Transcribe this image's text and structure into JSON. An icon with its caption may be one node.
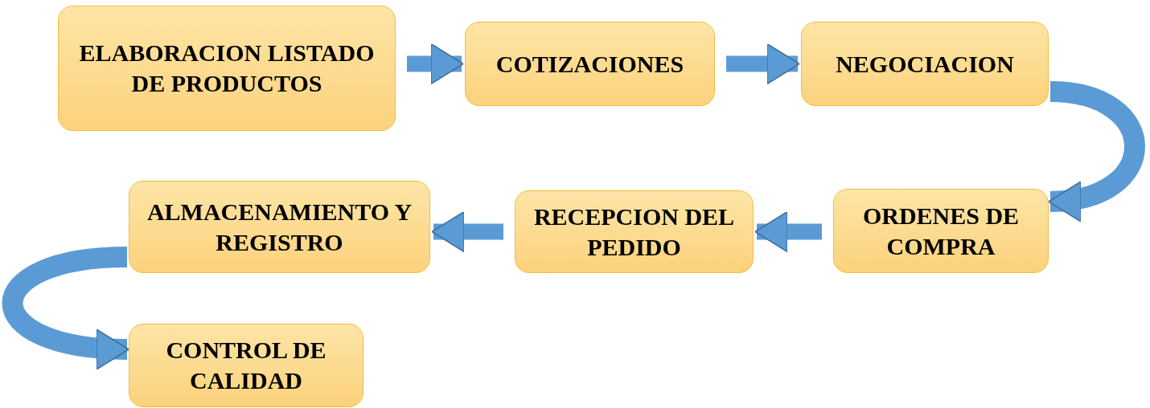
{
  "diagram": {
    "nodes": [
      {
        "text": [
          "ELABORACION LISTADO DE PRODUCTOS"
        ]
      },
      {
        "text": [
          "COTIZACIONES"
        ]
      },
      {
        "text": [
          "NEGOCIACION"
        ]
      },
      {
        "text": [
          "ORDENES DE COMPRA"
        ]
      },
      {
        "text": [
          "RECEPCION DEL PEDIDO"
        ]
      },
      {
        "text": [
          "ALMACENAMIENTO Y REGISTRO"
        ]
      },
      {
        "text": [
          "CONTROL DE CALIDAD"
        ]
      }
    ],
    "edges": [
      {
        "from": 0,
        "to": 1,
        "arrow": "to"
      },
      {
        "from": 1,
        "to": 2,
        "arrow": "to"
      },
      {
        "from": 2,
        "to": 3,
        "arrow": "to"
      },
      {
        "from": 3,
        "to": 4,
        "arrow": "to"
      },
      {
        "from": 4,
        "to": 5,
        "arrow": "to"
      },
      {
        "from": 5,
        "to": 6,
        "arrow": "to"
      }
    ]
  }
}
